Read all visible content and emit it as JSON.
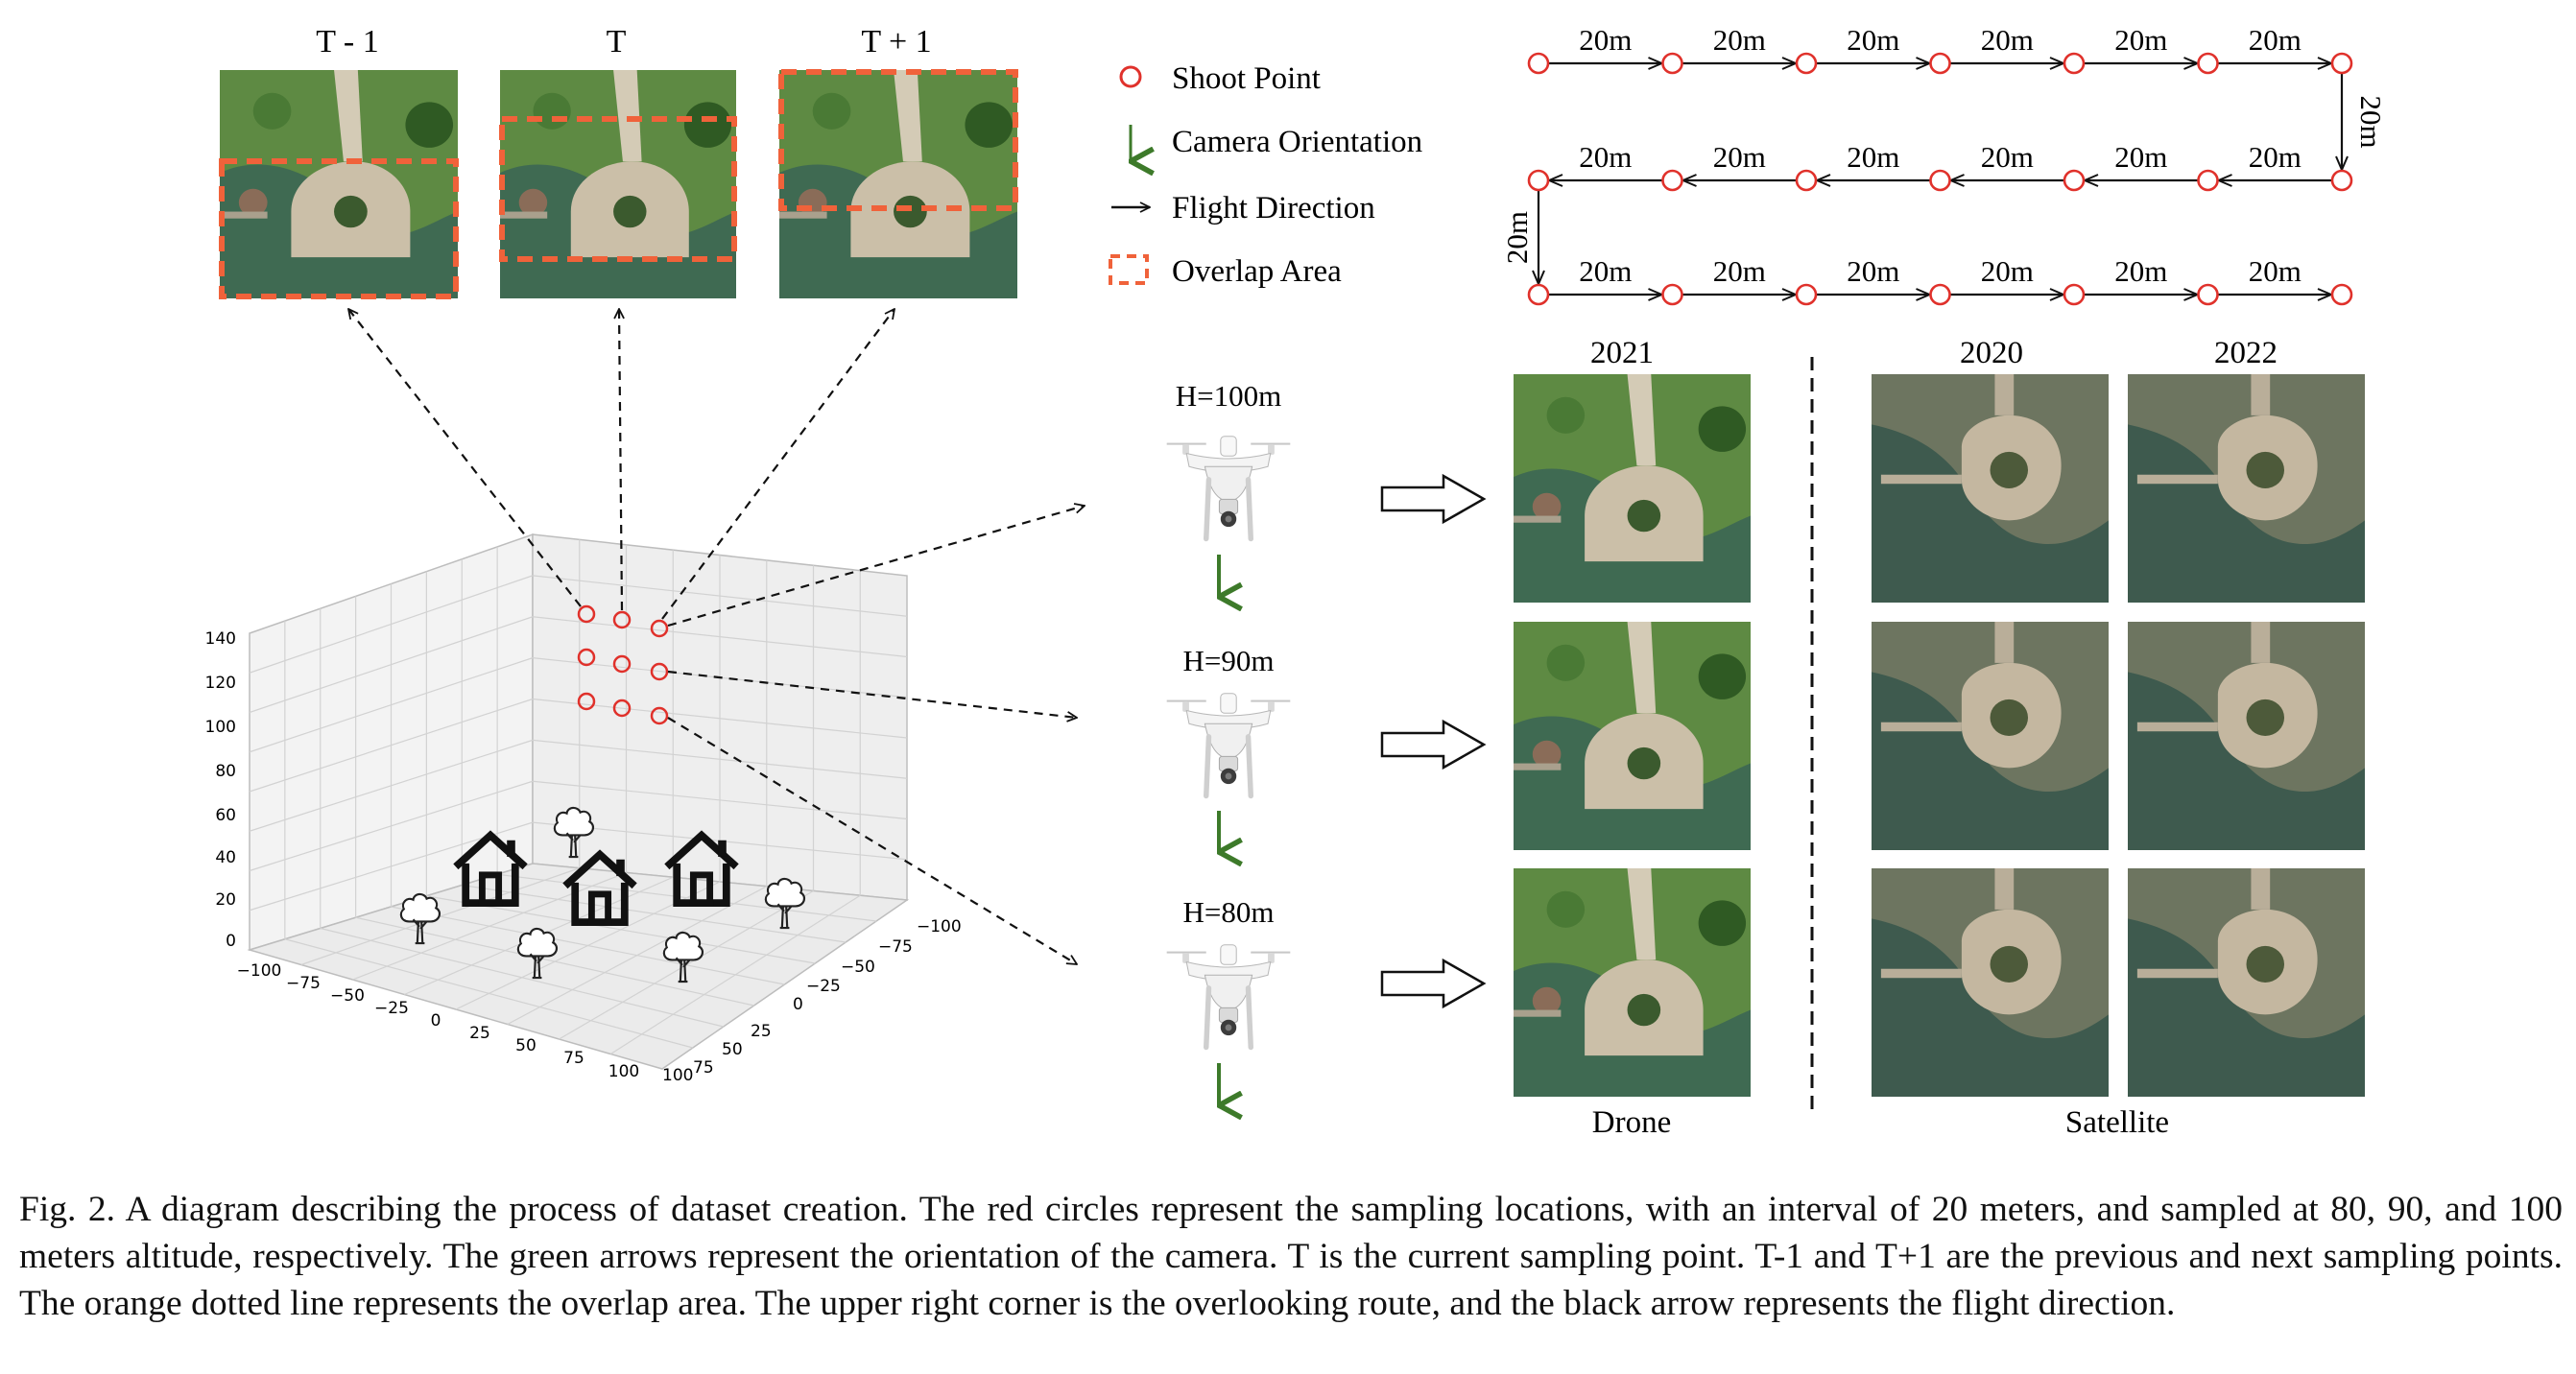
{
  "top_frames": {
    "prev_label": "T - 1",
    "current_label": "T",
    "next_label": "T + 1"
  },
  "legend": {
    "shoot_point": "Shoot Point",
    "camera_orientation": "Camera Orientation",
    "flight_direction": "Flight Direction",
    "overlap_area": "Overlap Area"
  },
  "route": {
    "interval_label": "20m",
    "rows": 3,
    "points_per_row": 7
  },
  "axes_3d": {
    "z_ticks": [
      "140",
      "120",
      "100",
      "80",
      "60",
      "40",
      "20",
      "0"
    ],
    "x_ticks": [
      "−100",
      "−75",
      "−50",
      "−25",
      "0",
      "25",
      "50",
      "75",
      "100"
    ],
    "y_ticks": [
      "−100",
      "−75",
      "−50",
      "−25",
      "0",
      "25",
      "50",
      "75",
      "100"
    ]
  },
  "altitudes": {
    "h100": "H=100m",
    "h90": "H=90m",
    "h80": "H=80m"
  },
  "imagery": {
    "drone_year": "2021",
    "sat_year_1": "2020",
    "sat_year_2": "2022",
    "drone_label": "Drone",
    "satellite_label": "Satellite"
  },
  "caption": "Fig. 2.  A diagram describing the process of dataset creation. The red circles represent the sampling locations, with an interval of 20 meters, and sampled at 80, 90, and 100 meters altitude, respectively. The green arrows represent the orientation of the camera. T is the current sampling point. T-1 and T+1 are the previous and next sampling points. The orange dotted line represents the overlap area. The upper right corner is the overlooking route, and the black arrow represents the flight direction.",
  "colors": {
    "shoot_point": "#e0312b",
    "camera_arrow": "#3d7a2a",
    "overlap": "#f0623a",
    "water": "#3f6a52",
    "grass": "#5e8a43",
    "plaza": "#cbbfa8"
  }
}
